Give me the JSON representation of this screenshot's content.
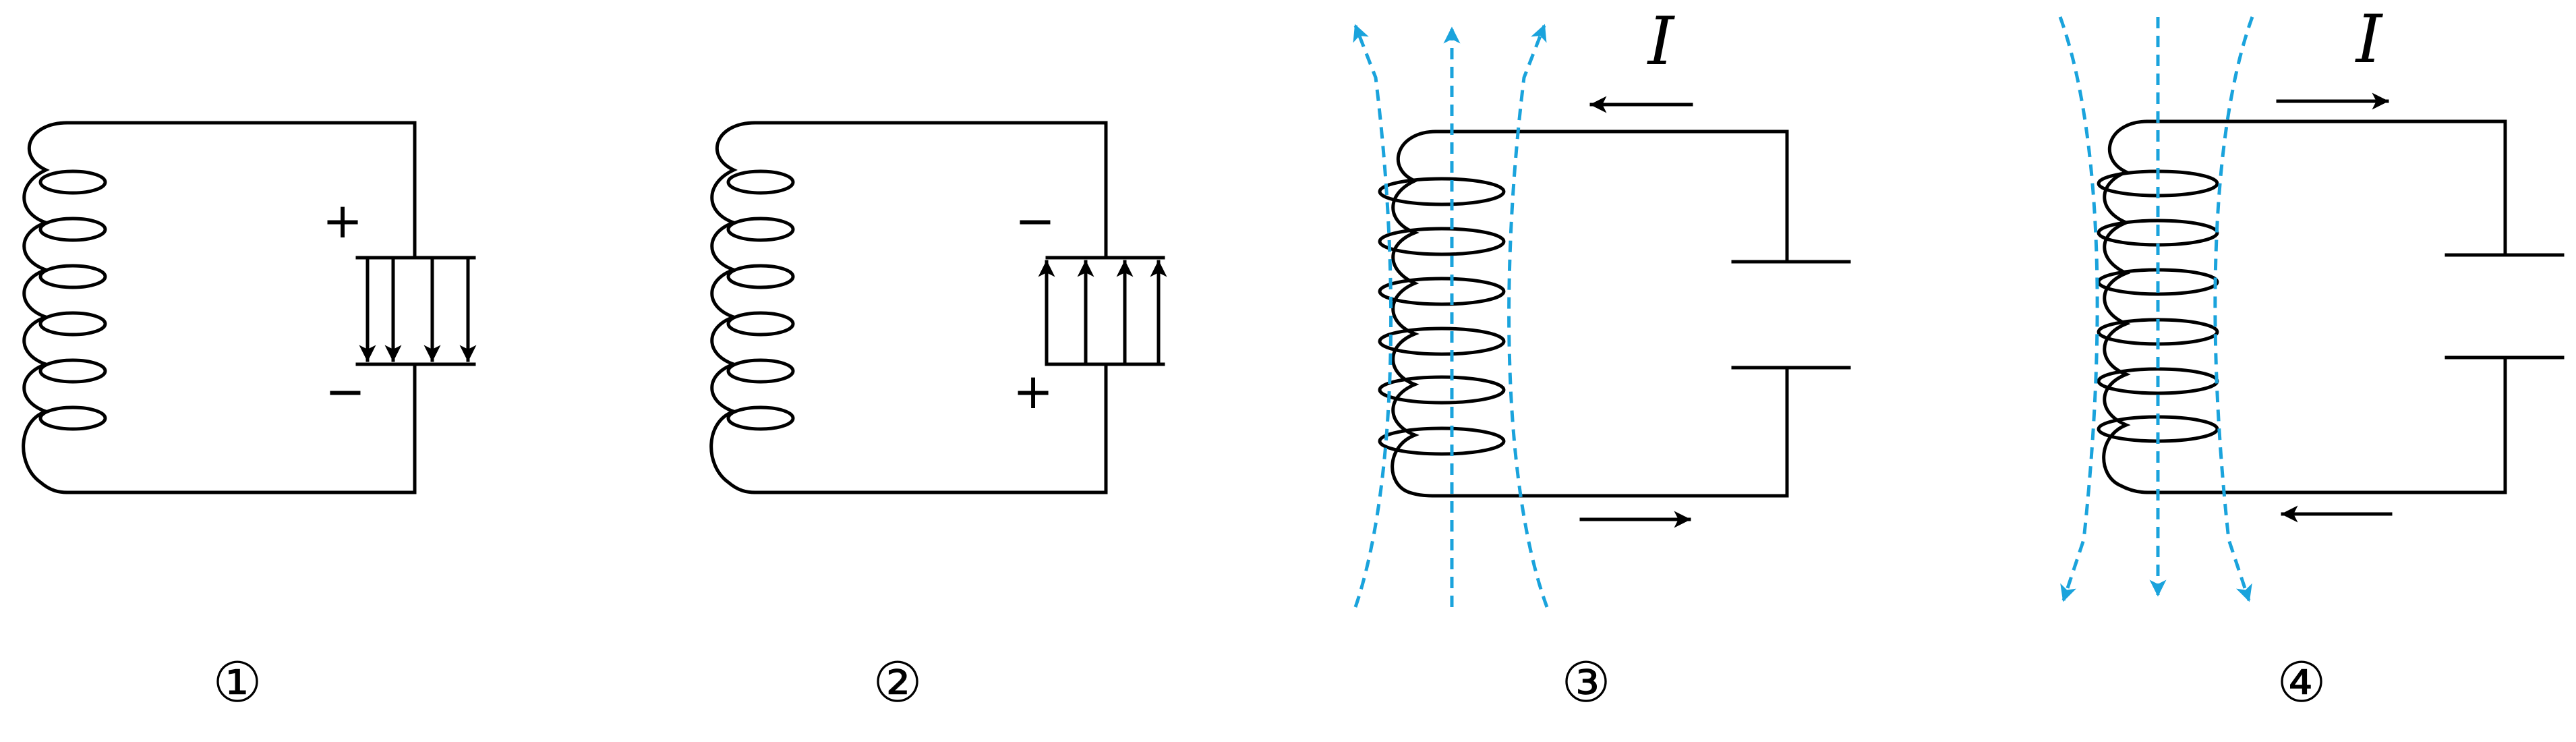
{
  "figure": {
    "colors": {
      "wire": "#000000",
      "field_lines": "#1aa3dc"
    },
    "panels": [
      {
        "label": "①",
        "plate_top_sign": "+",
        "plate_bottom_sign": "−",
        "field_direction": "down",
        "arrow_count": 4
      },
      {
        "label": "②",
        "plate_top_sign": "−",
        "plate_bottom_sign": "+",
        "field_direction": "up",
        "arrow_count": 4
      },
      {
        "label": "③",
        "current_label": "I",
        "top_current_direction": "left",
        "bottom_current_direction": "right",
        "magnetic_field_direction": "up"
      },
      {
        "label": "④",
        "current_label": "I",
        "top_current_direction": "right",
        "bottom_current_direction": "left",
        "magnetic_field_direction": "down"
      }
    ]
  }
}
